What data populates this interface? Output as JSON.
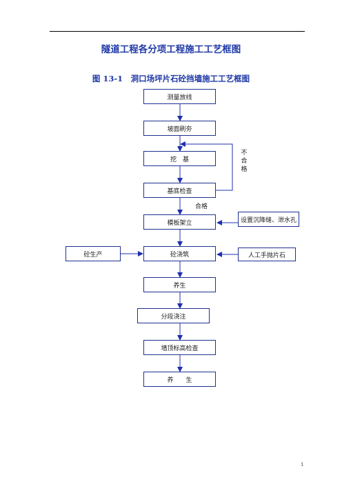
{
  "document": {
    "title": "隧道工程各分项工程施工工艺框图",
    "figure_title": "图 13-1　洞口场坪片石砼挡墙施工工艺框图",
    "page_number": "1"
  },
  "flow": {
    "steps": [
      "测量放线",
      "坡面刷夯",
      "挖　基",
      "基底检查",
      "模板架立",
      "砼浇筑",
      "养生",
      "分段浇注",
      "墙顶标高检查",
      "养　　生"
    ],
    "side_inputs": {
      "left": "砼生产",
      "right_top": "设置沉降缝、泄水孔",
      "right_bottom": "人工手抛片石"
    },
    "labels": {
      "pass": "合格",
      "fail": [
        "不",
        "合",
        "格"
      ]
    }
  },
  "colors": {
    "title": "#1f39a6",
    "box_border": "#1e2f90",
    "arrow": "#1f2fb0"
  }
}
